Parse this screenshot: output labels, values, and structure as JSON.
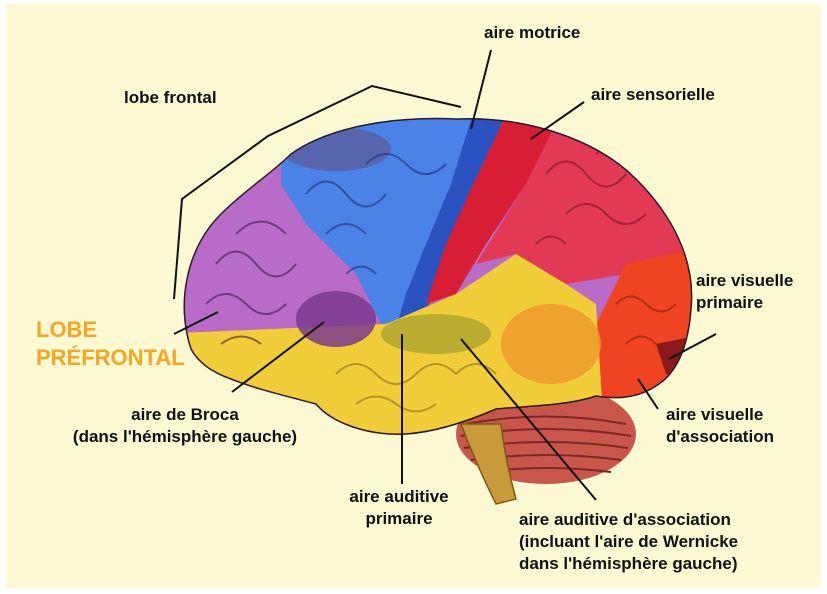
{
  "labels": {
    "motor": "aire motrice",
    "frontal": "lobe frontal",
    "sensory": "aire sensorielle",
    "visual_primary": [
      "aire visuelle",
      "primaire"
    ],
    "prefrontal": [
      "LOBE",
      "PRÉFRONTAL"
    ],
    "visual_assoc": [
      "aire visuelle",
      "d'association"
    ],
    "broca": [
      "aire de Broca",
      "(dans l'hémisphère gauche)"
    ],
    "auditory_primary": [
      "aire auditive",
      "primaire"
    ],
    "auditory_assoc": [
      "aire auditive d'association",
      "(incluant l'aire de Wernicke",
      "dans l'hémisphère gauche)"
    ]
  },
  "colors": {
    "background": "#fdf9d3",
    "prefrontal": "#b86cc8",
    "frontal_blue": "#3b6fd8",
    "motor_strip": "#2a52c0",
    "sensory_red": "#e8283a",
    "parietal": "#e23a55",
    "temporal": "#f2cd3a",
    "occipital": "#ee4422",
    "cerebellum": "#c8564a",
    "brainstem": "#c89a3a",
    "prefrontal_label": "#f5a623"
  }
}
